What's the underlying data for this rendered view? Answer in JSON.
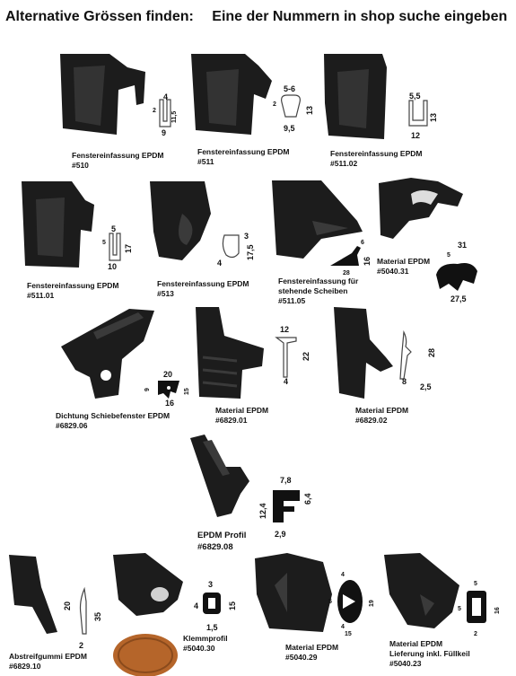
{
  "header": {
    "left": "Alternative Grössen finden:",
    "right": "Eine der Nummern in shop suche eingeben"
  },
  "products": [
    {
      "id": "p510",
      "caption": [
        "Fenstereinfassung EPDM",
        "#510"
      ],
      "dims": [
        "4",
        "2",
        "11,5",
        "9"
      ]
    },
    {
      "id": "p511",
      "caption": [
        "Fenstereinfassung EPDM",
        "#511"
      ],
      "dims": [
        "5-6",
        "2",
        "13",
        "9,5"
      ]
    },
    {
      "id": "p51102",
      "caption": [
        "Fenstereinfassung EPDM",
        "#511.02"
      ],
      "dims": [
        "5,5",
        "13",
        "12"
      ]
    },
    {
      "id": "p51101",
      "caption": [
        "Fenstereinfassung EPDM",
        "#511.01"
      ],
      "dims": [
        "5",
        "5",
        "17",
        "10"
      ]
    },
    {
      "id": "p513",
      "caption": [
        "Fenstereinfassung EPDM",
        "#513"
      ],
      "dims": [
        "3",
        "17,5",
        "4"
      ]
    },
    {
      "id": "p51105",
      "caption": [
        "Fenstereinfassung für",
        "stehende Scheiben",
        "#511.05"
      ],
      "dims": [
        "6",
        "16",
        "28"
      ]
    },
    {
      "id": "p504031",
      "caption": [
        "Material EPDM",
        "#5040.31"
      ],
      "dims": [
        "31",
        "5",
        "27,5"
      ]
    },
    {
      "id": "p682906",
      "caption": [
        "Dichtung Schiebefenster EPDM",
        "#6829.06"
      ],
      "dims": [
        "20",
        "9",
        "15",
        "16"
      ]
    },
    {
      "id": "p682901",
      "caption": [
        "Material EPDM",
        "#6829.01"
      ],
      "dims": [
        "12",
        "22",
        "4"
      ]
    },
    {
      "id": "p682902",
      "caption": [
        "Material EPDM",
        "#6829.02"
      ],
      "dims": [
        "28",
        "8",
        "2,5"
      ]
    },
    {
      "id": "p682908",
      "caption": [
        "EPDM Profil",
        "#6829.08"
      ],
      "dims": [
        "7,8",
        "6,4",
        "12,4",
        "2,9"
      ]
    },
    {
      "id": "p682910",
      "caption": [
        "Abstreifgummi EPDM",
        "#6829.10"
      ],
      "dims": [
        "20",
        "35",
        "2"
      ]
    },
    {
      "id": "p504030",
      "caption": [
        "Klemmprofil",
        "#5040.30"
      ],
      "dims": [
        "3",
        "4",
        "15",
        "1,5"
      ]
    },
    {
      "id": "p504029",
      "caption": [
        "Material EPDM",
        "#5040.29"
      ],
      "dims": [
        "4",
        "5",
        "19",
        "4",
        "15"
      ]
    },
    {
      "id": "p504023",
      "caption": [
        "Material EPDM",
        "Lieferung inkl. Füllkeil",
        "#5040.23"
      ],
      "dims": [
        "5",
        "5",
        "16",
        "2"
      ]
    }
  ],
  "colors": {
    "rubber": "#1c1c1c",
    "rubber_light": "#3a3a3a",
    "coin": "#b5652a"
  }
}
